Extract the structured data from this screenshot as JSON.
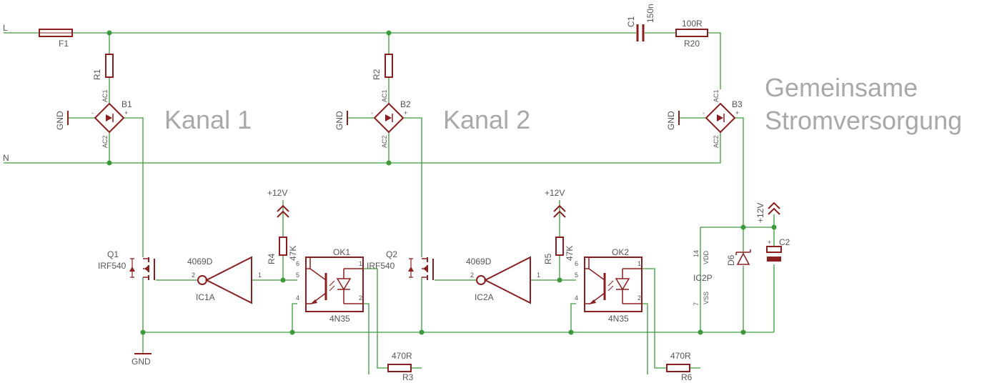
{
  "nets": {
    "line": "L",
    "neutral": "N"
  },
  "titles": {
    "channel1": "Kanal 1",
    "channel2": "Kanal 2",
    "supply_line1": "Gemeinsame",
    "supply_line2": "Stromversorgung"
  },
  "components": {
    "F1": {
      "ref": "F1"
    },
    "R1": {
      "ref": "R1"
    },
    "R2": {
      "ref": "R2"
    },
    "R4": {
      "ref": "R4",
      "value": "47K"
    },
    "R5": {
      "ref": "R5",
      "value": "47K"
    },
    "R3": {
      "ref": "R3",
      "value": "470R"
    },
    "R6": {
      "ref": "R6",
      "value": "470R"
    },
    "R20": {
      "ref": "R20",
      "value": "100R"
    },
    "C1": {
      "ref": "C1",
      "value": "150n"
    },
    "C2": {
      "ref": "C2"
    },
    "B1": {
      "ref": "B1"
    },
    "B2": {
      "ref": "B2"
    },
    "B3": {
      "ref": "B3"
    },
    "Q1": {
      "ref": "Q1",
      "value": "IRF540"
    },
    "Q2": {
      "ref": "Q2",
      "value": "IRF540"
    },
    "IC1A": {
      "ref": "IC1A",
      "value": "4069D"
    },
    "IC2A": {
      "ref": "IC2A",
      "value": "4069D"
    },
    "OK1": {
      "ref": "OK1",
      "value": "4N35"
    },
    "OK2": {
      "ref": "OK2",
      "value": "4N35"
    },
    "D6": {
      "ref": "D6"
    },
    "IC2P": {
      "ref": "IC2P",
      "vdd": "VDD",
      "vss": "VSS",
      "pin_vdd": "14",
      "pin_vss": "7"
    }
  },
  "bridge_pins": {
    "ac1": "AC1",
    "ac2": "AC2",
    "minus": "-",
    "plus": "+"
  },
  "supply_labels": {
    "gnd": "GND",
    "vcc": "+12V"
  },
  "pin_numbers": {
    "p1": "1",
    "p2": "2",
    "p4": "4",
    "p5": "5",
    "p6": "6",
    "c2_plus": "+"
  }
}
